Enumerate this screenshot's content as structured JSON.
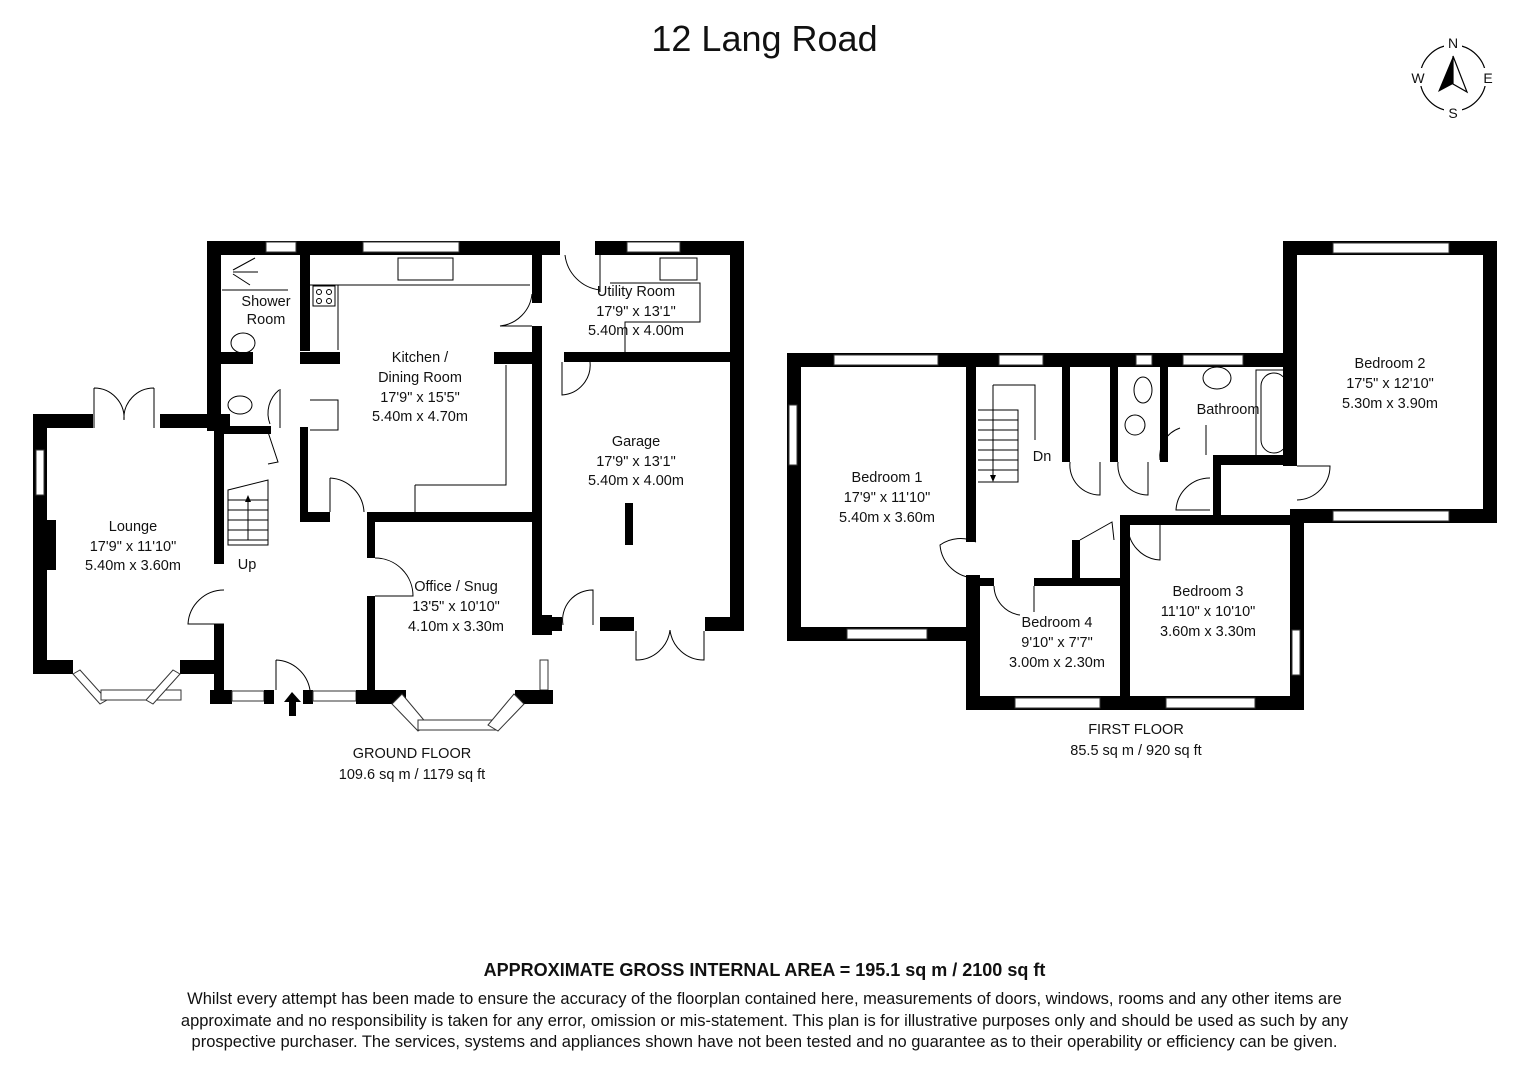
{
  "title": "12 Lang Road",
  "compass": {
    "n": "N",
    "e": "E",
    "s": "S",
    "w": "W"
  },
  "ground_floor": {
    "label": "GROUND FLOOR",
    "area": "109.6 sq m / 1179 sq ft",
    "stairs_label": "Up",
    "rooms": [
      {
        "name": "Shower",
        "name2": "Room",
        "imperial": "",
        "metric": ""
      },
      {
        "name": "Kitchen /",
        "name2": "Dining Room",
        "imperial": "17'9\" x 15'5\"",
        "metric": "5.40m x 4.70m"
      },
      {
        "name": "Utility Room",
        "imperial": "17'9\" x 13'1\"",
        "metric": "5.40m x 4.00m"
      },
      {
        "name": "Garage",
        "imperial": "17'9\" x 13'1\"",
        "metric": "5.40m x 4.00m"
      },
      {
        "name": "Lounge",
        "imperial": "17'9\" x 11'10\"",
        "metric": "5.40m x 3.60m"
      },
      {
        "name": "Office / Snug",
        "imperial": "13'5\" x 10'10\"",
        "metric": "4.10m x 3.30m"
      }
    ]
  },
  "first_floor": {
    "label": "FIRST FLOOR",
    "area": "85.5 sq m / 920 sq ft",
    "stairs_label": "Dn",
    "rooms": [
      {
        "name": "Bedroom 1",
        "imperial": "17'9\" x 11'10\"",
        "metric": "5.40m x 3.60m"
      },
      {
        "name": "Bedroom 2",
        "imperial": "17'5\" x 12'10\"",
        "metric": "5.30m x 3.90m"
      },
      {
        "name": "Bathroom"
      },
      {
        "name": "Bedroom 3",
        "imperial": "11'10\" x 10'10\"",
        "metric": "3.60m x 3.30m"
      },
      {
        "name": "Bedroom 4",
        "imperial": "9'10\" x 7'7\"",
        "metric": "3.00m x 2.30m"
      }
    ]
  },
  "total_area": "APPROXIMATE GROSS INTERNAL AREA = 195.1 sq m / 2100 sq ft",
  "disclaimer": [
    "Whilst every attempt has been made to ensure the accuracy of the floorplan contained here, measurements of doors, windows, rooms and any other items are",
    "approximate and no responsibility is taken for any error, omission or mis-statement. This plan is for illustrative purposes only and should be used as such by any",
    "prospective purchaser. The services, systems and appliances shown have not been tested and no guarantee as to their operability or efficiency can be given."
  ]
}
